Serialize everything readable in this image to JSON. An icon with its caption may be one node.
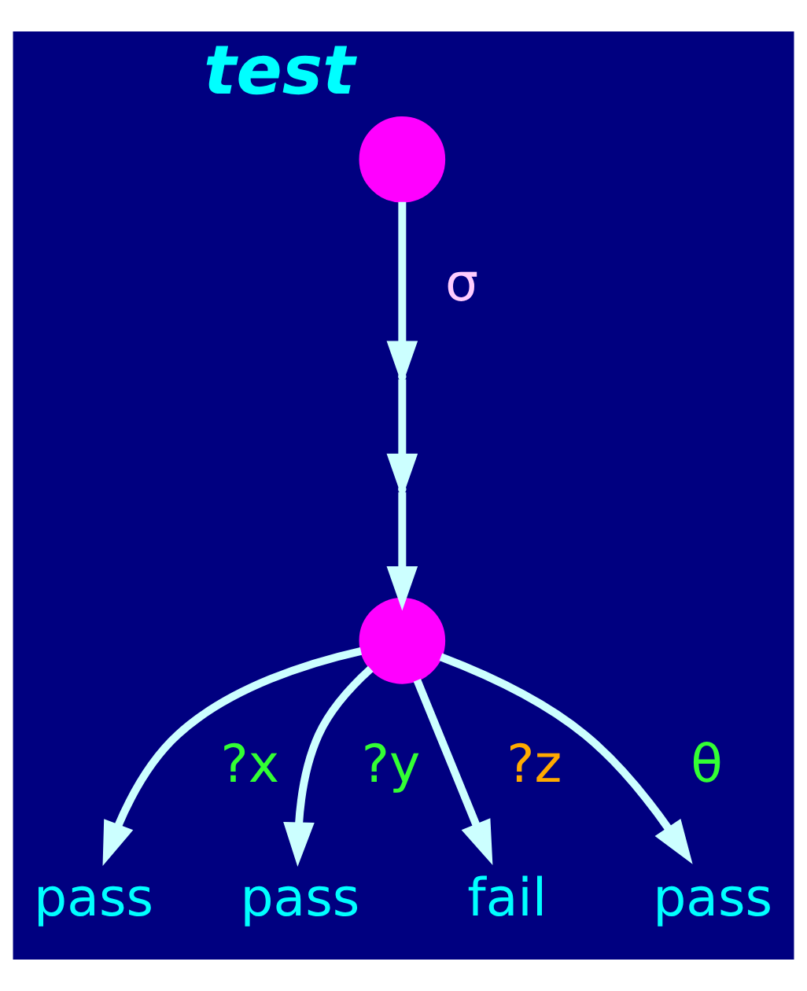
{
  "diagram": {
    "nodes": [
      {
        "text": [],
        "shape": "circle",
        "beside": [
          "test"
        ]
      },
      {
        "text": [],
        "shape": "point"
      },
      {
        "text": [],
        "shape": "point"
      },
      {
        "text": [],
        "shape": "circle"
      },
      {
        "text": [
          "pass"
        ]
      },
      {
        "text": [
          "pass"
        ]
      },
      {
        "text": [
          "fail"
        ]
      },
      {
        "text": [
          "pass"
        ]
      }
    ],
    "edges": [
      {
        "from": 0,
        "to": 1,
        "arrow": "to",
        "label": "σ"
      },
      {
        "from": 1,
        "to": 2,
        "arrow": "to"
      },
      {
        "from": 2,
        "to": 3,
        "arrow": "to"
      },
      {
        "from": 3,
        "to": 4,
        "arrow": "to",
        "label": "?x"
      },
      {
        "from": 3,
        "to": 5,
        "arrow": "to",
        "label": "?y"
      },
      {
        "from": 3,
        "to": 6,
        "arrow": "to",
        "label": "?z"
      },
      {
        "from": 3,
        "to": 7,
        "arrow": "to",
        "label": "θ"
      }
    ]
  }
}
